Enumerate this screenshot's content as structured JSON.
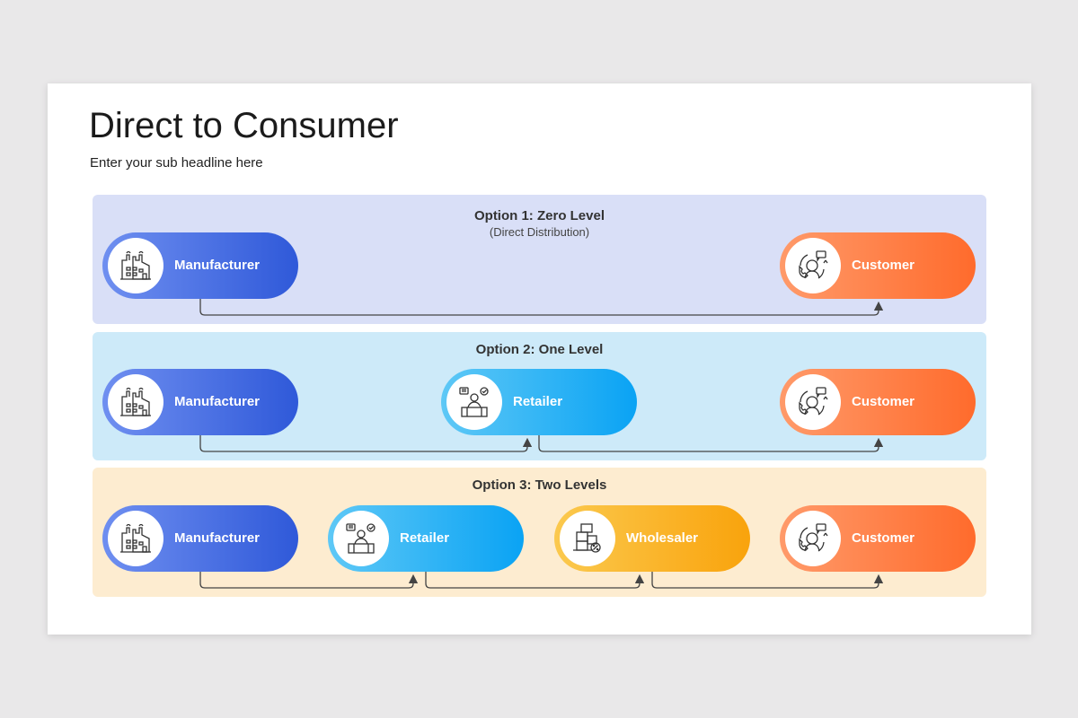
{
  "title": "Direct to Consumer",
  "subtitle": "Enter your sub headline here",
  "colors": {
    "panel1": "#d9dff7",
    "panel2": "#cdeaf9",
    "panel3": "#fdecd0",
    "manufacturer": "#2f59d9",
    "retailer": "#0aa3f4",
    "wholesaler": "#f9a30c",
    "customer": "#ff6b2c"
  },
  "options": [
    {
      "title": "Option 1: Zero Level",
      "subtitle": "(Direct Distribution)",
      "nodes": [
        {
          "label": "Manufacturer",
          "icon": "factory-icon"
        },
        {
          "label": "Customer",
          "icon": "customer-support-icon"
        }
      ]
    },
    {
      "title": "Option 2: One Level",
      "nodes": [
        {
          "label": "Manufacturer",
          "icon": "factory-icon"
        },
        {
          "label": "Retailer",
          "icon": "retailer-icon"
        },
        {
          "label": "Customer",
          "icon": "customer-support-icon"
        }
      ]
    },
    {
      "title": "Option 3: Two Levels",
      "nodes": [
        {
          "label": "Manufacturer",
          "icon": "factory-icon"
        },
        {
          "label": "Retailer",
          "icon": "retailer-icon"
        },
        {
          "label": "Wholesaler",
          "icon": "boxes-discount-icon"
        },
        {
          "label": "Customer",
          "icon": "customer-support-icon"
        }
      ]
    }
  ]
}
